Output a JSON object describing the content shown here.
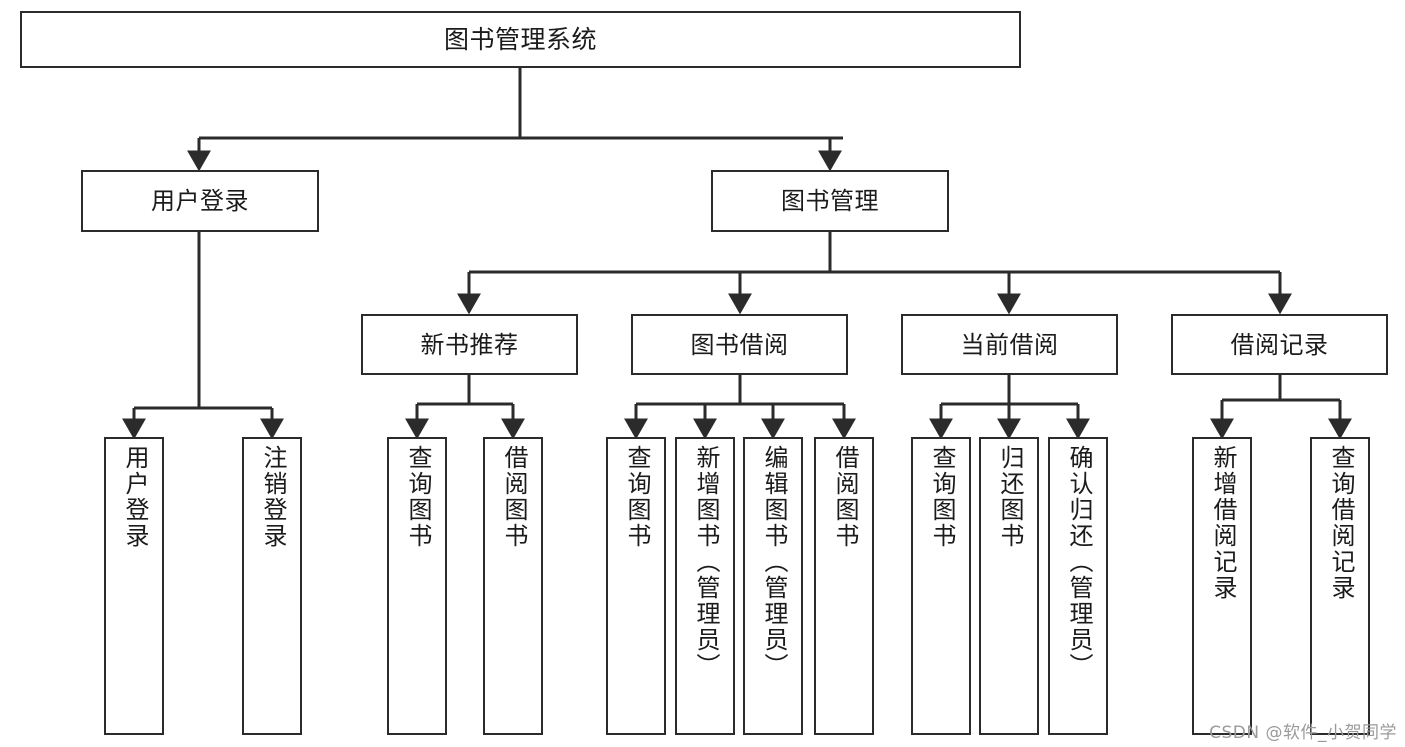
{
  "diagram": {
    "type": "tree-hierarchy-chart",
    "title": "图书管理系统",
    "orientation": "top-down",
    "colors": {
      "node_border": "#2b2b2b",
      "node_fill": "#ffffff",
      "connector": "#2b2b2b",
      "text": "#1b1b1b",
      "watermark": "#9a9a9a",
      "background": "#ffffff"
    },
    "root": {
      "id": "root",
      "label": "图书管理系统"
    },
    "level2": [
      {
        "id": "user-login",
        "label": "用户登录"
      },
      {
        "id": "book-manage",
        "label": "图书管理"
      }
    ],
    "level3": [
      {
        "id": "new-book-recommend",
        "label": "新书推荐",
        "parent": "book-manage"
      },
      {
        "id": "book-borrow",
        "label": "图书借阅",
        "parent": "book-manage"
      },
      {
        "id": "current-borrow",
        "label": "当前借阅",
        "parent": "book-manage"
      },
      {
        "id": "borrow-record",
        "label": "借阅记录",
        "parent": "book-manage"
      }
    ],
    "leaves": [
      {
        "id": "leaf-user-login",
        "label": "用户登录",
        "parent": "user-login"
      },
      {
        "id": "leaf-logout-login",
        "label": "注销登录",
        "parent": "user-login"
      },
      {
        "id": "leaf-query-book-1",
        "label": "查询图书",
        "parent": "new-book-recommend"
      },
      {
        "id": "leaf-borrow-book-1",
        "label": "借阅图书",
        "parent": "new-book-recommend"
      },
      {
        "id": "leaf-query-book-2",
        "label": "查询图书",
        "parent": "book-borrow"
      },
      {
        "id": "leaf-add-book",
        "label": "新增图书（管理员）",
        "parent": "book-borrow"
      },
      {
        "id": "leaf-edit-book",
        "label": "编辑图书（管理员）",
        "parent": "book-borrow"
      },
      {
        "id": "leaf-borrow-book-2",
        "label": "借阅图书",
        "parent": "book-borrow"
      },
      {
        "id": "leaf-query-book-3",
        "label": "查询图书",
        "parent": "current-borrow"
      },
      {
        "id": "leaf-return-book",
        "label": "归还图书",
        "parent": "current-borrow"
      },
      {
        "id": "leaf-confirm-return",
        "label": "确认归还（管理员）",
        "parent": "current-borrow"
      },
      {
        "id": "leaf-add-record",
        "label": "新增借阅记录",
        "parent": "borrow-record"
      },
      {
        "id": "leaf-query-record",
        "label": "查询借阅记录",
        "parent": "borrow-record"
      }
    ]
  },
  "watermark": {
    "text": "CSDN @软件_小贺同学"
  }
}
